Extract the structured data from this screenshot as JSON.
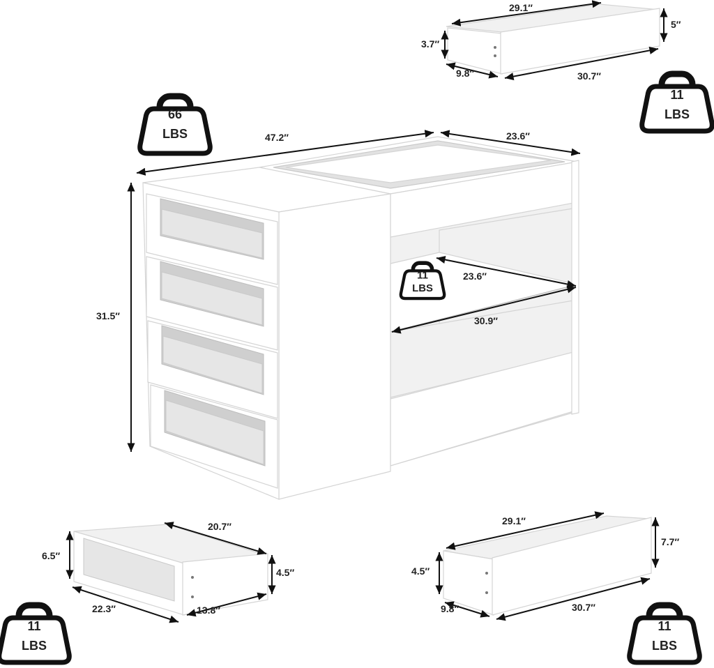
{
  "cabinet": {
    "width": "47.2″",
    "depth": "23.6″",
    "height": "31.5″",
    "shelf_depth": "23.6″",
    "shelf_width": "30.9″"
  },
  "weights": {
    "cabinet": {
      "value": "66",
      "unit": "LBS"
    },
    "shelf": {
      "value": "11",
      "unit": "LBS"
    },
    "top_drawer": {
      "value": "11",
      "unit": "LBS"
    },
    "small_drawer": {
      "value": "11",
      "unit": "LBS"
    },
    "large_drawer": {
      "value": "11",
      "unit": "LBS"
    }
  },
  "top_drawer": {
    "width": "29.1″",
    "height_back": "5″",
    "height_front": "3.7″",
    "depth": "9.8″",
    "front_width": "30.7″"
  },
  "small_drawer": {
    "width": "20.7″",
    "height_front": "6.5″",
    "height_back": "4.5″",
    "front_width": "22.3″",
    "depth": "13.8″"
  },
  "large_drawer": {
    "width": "29.1″",
    "height_back": "7.7″",
    "height_front": "4.5″",
    "depth": "9.8″",
    "front_width": "30.7″"
  },
  "colors": {
    "furniture": "#ffffff",
    "outline": "#d4d4d4",
    "glass": "#cfcfcf",
    "annotation": "#111111"
  },
  "icons": [
    "weight-icon"
  ]
}
